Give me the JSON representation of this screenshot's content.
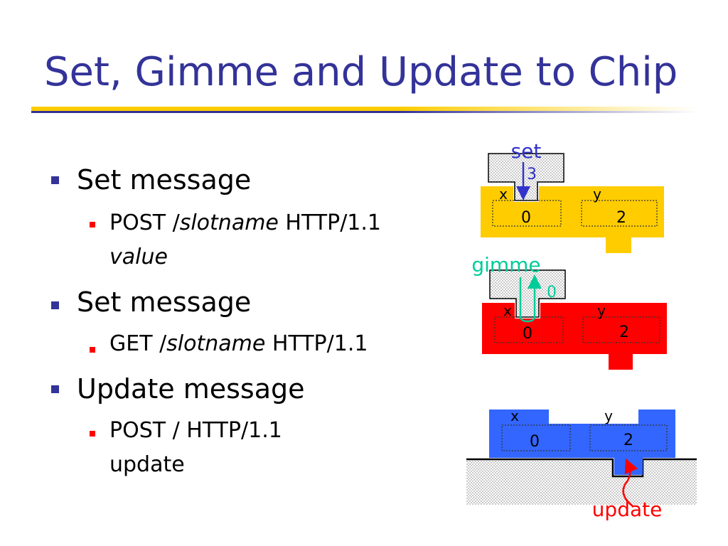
{
  "slide": {
    "title": "Set, Gimme and Update to Chip",
    "bullets": [
      {
        "text": "Set message",
        "sub": [
          {
            "parts": [
              "POST /",
              "slotname",
              " HTTP/1.1"
            ],
            "line2": "value",
            "line2_italic": true
          }
        ]
      },
      {
        "text": "Set message",
        "sub": [
          {
            "parts": [
              "GET /",
              "slotname",
              " HTTP/1.1"
            ]
          }
        ]
      },
      {
        "text": "Update message",
        "sub": [
          {
            "parts": [
              "POST / HTTP/1.1"
            ],
            "line2": "update",
            "line2_italic": false
          }
        ]
      }
    ]
  },
  "diagram": {
    "set_panel": {
      "label": "set",
      "value": "3",
      "slot_x": "x",
      "slot_y": "y",
      "val_x": "0",
      "val_y": "2"
    },
    "gimme_panel": {
      "label": "gimme",
      "value": "0",
      "slot_x": "x",
      "slot_y": "y",
      "val_x": "0",
      "val_y": "2"
    },
    "update_panel": {
      "label": "update",
      "slot_x": "x",
      "slot_y": "y",
      "val_x": "0",
      "val_y": "2"
    }
  },
  "colors": {
    "title": "#333399",
    "bullet_level1": "#333399",
    "bullet_level2": "#ff0000",
    "chip_yellow": "#ffcc00",
    "chip_red": "#ff0000",
    "chip_blue": "#3366ff",
    "set_label": "#3333cc",
    "gimme_label": "#00cc99",
    "update_label": "#ff0000"
  }
}
